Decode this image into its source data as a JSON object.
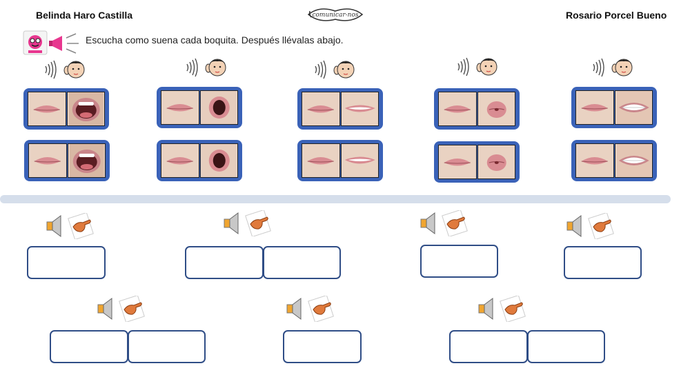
{
  "header": {
    "author_left": "Belinda Haro Castilla",
    "author_right": "Rosario Porcel Bueno",
    "brand_logo_text": "comunicar-nos"
  },
  "instruction": {
    "text": "Escucha como suena cada boquita. Después llévalas abajo."
  },
  "icons": {
    "badge": "pictogram-badge-icon",
    "megaphone": "megaphone-icon",
    "listening_head": "listening-head-icon",
    "speaker": "speaker-icon",
    "pointing_hand": "pointing-hand-icon"
  },
  "colors": {
    "card_border": "#3a62b8",
    "drop_box_border": "#2f4d86",
    "divider": "#d5deeb"
  },
  "mouth_cards": [
    {
      "sound": "open-wide"
    },
    {
      "sound": "open-wide"
    },
    {
      "sound": "round-o"
    },
    {
      "sound": "round-o"
    },
    {
      "sound": "smile"
    },
    {
      "sound": "smile"
    },
    {
      "sound": "pucker"
    },
    {
      "sound": "pucker"
    },
    {
      "sound": "teeth"
    },
    {
      "sound": "teeth"
    }
  ]
}
